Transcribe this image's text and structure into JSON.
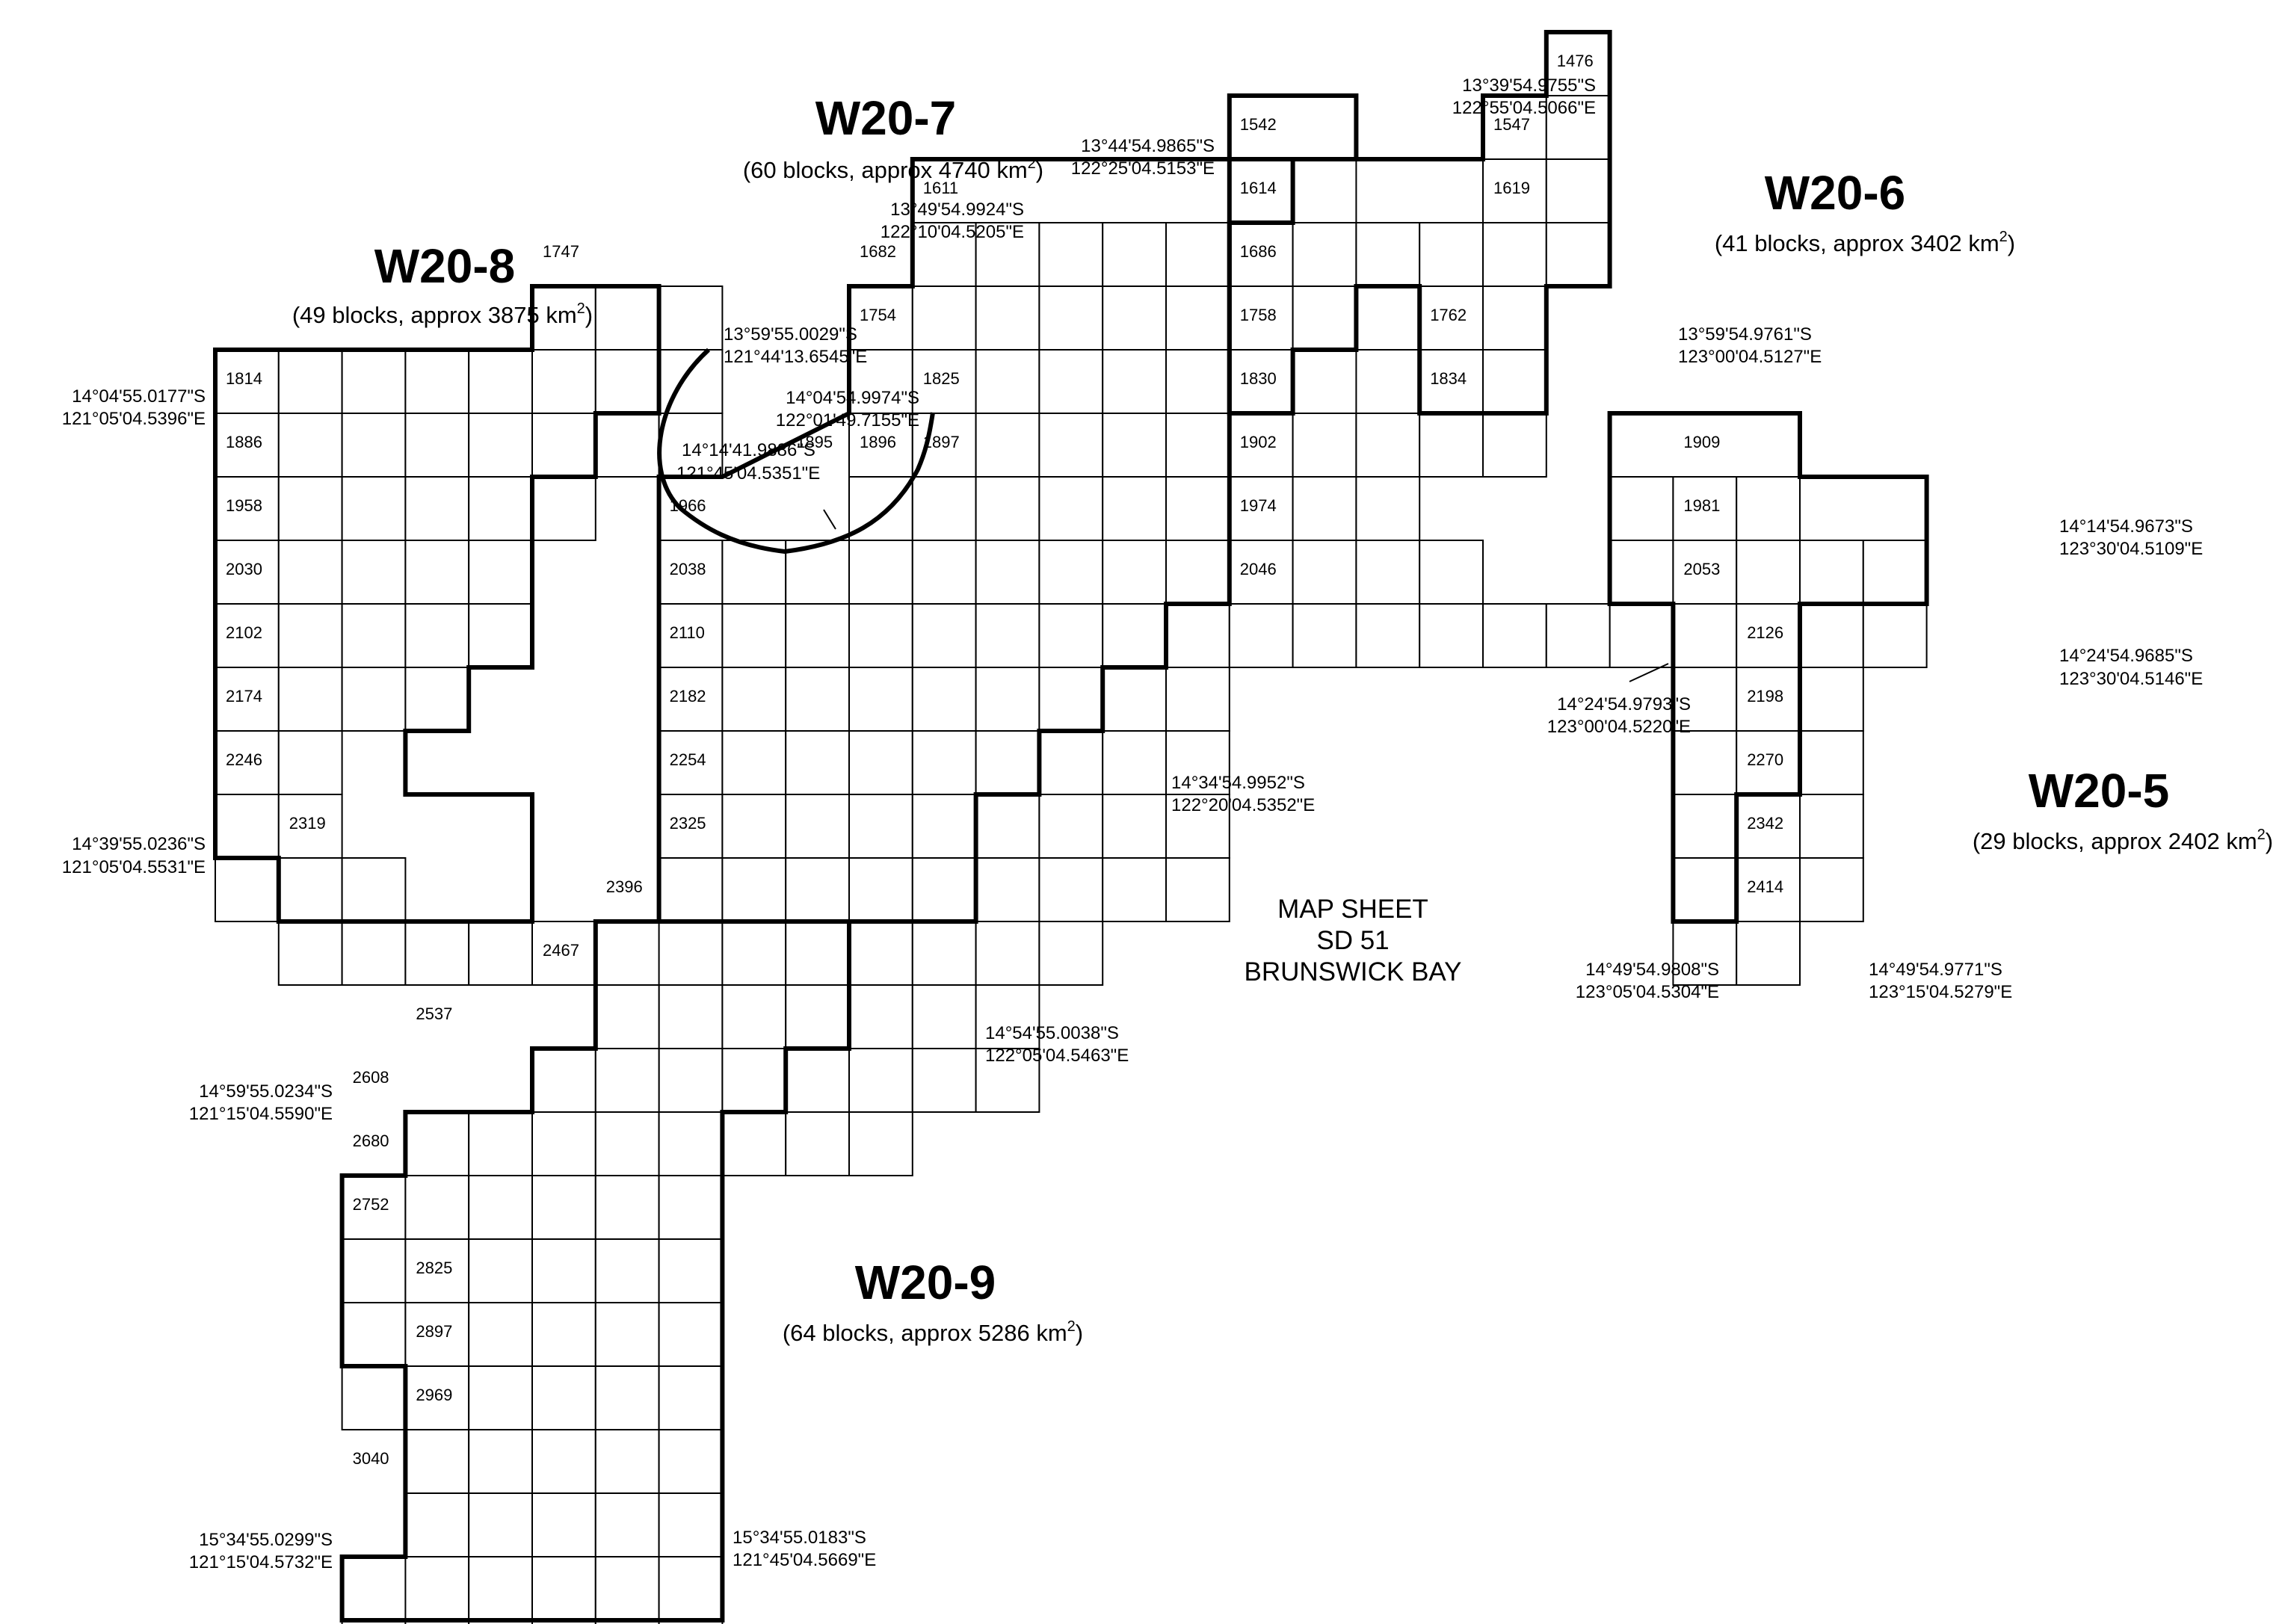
{
  "map": {
    "areas": [
      {
        "id": "W20-8",
        "title": "W20-8",
        "subtitle": "(49 blocks, approx 3875 km",
        "exp": "2",
        "close": ")"
      },
      {
        "id": "W20-7",
        "title": "W20-7",
        "subtitle": "(60 blocks, approx 4740 km",
        "exp": "2",
        "close": ")"
      },
      {
        "id": "W20-6",
        "title": "W20-6",
        "subtitle": "(41 blocks, approx 3402 km",
        "exp": "2",
        "close": ")"
      },
      {
        "id": "W20-5",
        "title": "W20-5",
        "subtitle": "(29 blocks, approx 2402 km",
        "exp": "2",
        "close": ")"
      },
      {
        "id": "W20-9",
        "title": "W20-9",
        "subtitle": "(64 blocks, approx 5286 km",
        "exp": "2",
        "close": ")"
      }
    ],
    "map_sheet": [
      "MAP SHEET",
      "SD 51",
      "BRUNSWICK BAY"
    ],
    "block_numbers": [
      "1476",
      "1542",
      "1547",
      "1611",
      "1614",
      "1619",
      "1682",
      "1686",
      "1747",
      "1754",
      "1758",
      "1762",
      "1814",
      "1825",
      "1830",
      "1834",
      "1886",
      "1895",
      "1896",
      "1897",
      "1902",
      "1909",
      "1958",
      "1966",
      "1974",
      "1981",
      "2030",
      "2038",
      "2046",
      "2053",
      "2102",
      "2110",
      "2126",
      "2174",
      "2182",
      "2198",
      "2246",
      "2254",
      "2270",
      "2319",
      "2325",
      "2342",
      "2396",
      "2414",
      "2467",
      "2537",
      "2608",
      "2680",
      "2752",
      "2825",
      "2897",
      "2969",
      "3040"
    ],
    "coordinates": [
      {
        "lat": "13°39'54.9755\"S",
        "lon": "122°55'04.5066\"E"
      },
      {
        "lat": "13°44'54.9865\"S",
        "lon": "122°25'04.5153\"E"
      },
      {
        "lat": "13°49'54.9924\"S",
        "lon": "122°10'04.5205\"E"
      },
      {
        "lat": "13°59'55.0029\"S",
        "lon": "121°44'13.6545\"E"
      },
      {
        "lat": "14°04'55.0177\"S",
        "lon": "121°05'04.5396\"E"
      },
      {
        "lat": "14°04'54.9974\"S",
        "lon": "122°01'49.7155\"E"
      },
      {
        "lat": "14°14'41.9886\"S",
        "lon": "121°45'04.5351\"E"
      },
      {
        "lat": "13°59'54.9761\"S",
        "lon": "123°00'04.5127\"E"
      },
      {
        "lat": "14°14'54.9673\"S",
        "lon": "123°30'04.5109\"E"
      },
      {
        "lat": "14°24'54.9685\"S",
        "lon": "123°30'04.5146\"E"
      },
      {
        "lat": "14°24'54.9793\"S",
        "lon": "123°00'04.5220\"E"
      },
      {
        "lat": "14°34'54.9952\"S",
        "lon": "122°20'04.5352\"E"
      },
      {
        "lat": "14°39'55.0236\"S",
        "lon": "121°05'04.5531\"E"
      },
      {
        "lat": "14°49'54.9808\"S",
        "lon": "123°05'04.5304\"E"
      },
      {
        "lat": "14°49'54.9771\"S",
        "lon": "123°15'04.5279\"E"
      },
      {
        "lat": "14°54'55.0038\"S",
        "lon": "122°05'04.5463\"E"
      },
      {
        "lat": "14°59'55.0234\"S",
        "lon": "121°15'04.5590\"E"
      },
      {
        "lat": "15°34'55.0299\"S",
        "lon": "121°15'04.5732\"E"
      },
      {
        "lat": "15°34'55.0183\"S",
        "lon": "121°45'04.5669\"E"
      }
    ]
  }
}
